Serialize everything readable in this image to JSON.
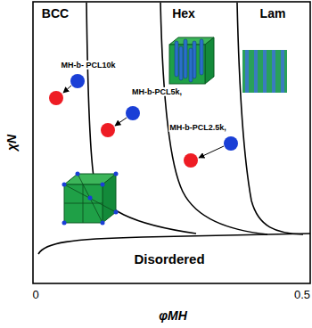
{
  "diagram": {
    "labels": [
      "BCC",
      "Hex",
      "Lam",
      "MH-b- PCL10k",
      "MH-b-PCL5k,",
      "MH-b-PCL2.5k,",
      "Disordered",
      "χN",
      "0",
      "0.5",
      "φMH"
    ]
  }
}
